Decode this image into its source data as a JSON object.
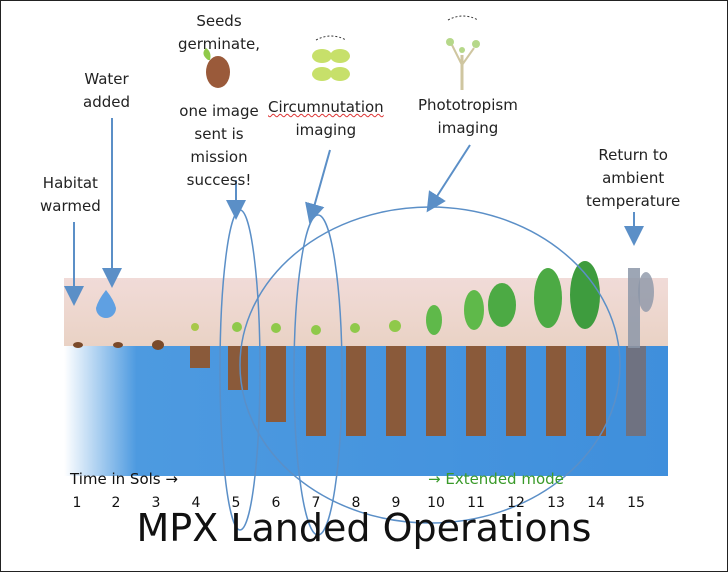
{
  "title": "MPX Landed Operations",
  "time_label": "Time in Sols →",
  "extended_mode": "→ Extended mode",
  "sols": [
    "1",
    "2",
    "3",
    "4",
    "5",
    "6",
    "7",
    "8",
    "9",
    "10",
    "11",
    "12",
    "13",
    "14",
    "15"
  ],
  "annotations": {
    "habitat": [
      "Habitat",
      "warmed"
    ],
    "water": [
      "Water",
      "added"
    ],
    "seeds": [
      "Seeds",
      "germinate,",
      "one image",
      "sent is",
      "mission",
      "success!"
    ],
    "circumnutation": [
      "Circumnutation",
      "imaging"
    ],
    "phototropism": [
      "Phototropism",
      "imaging"
    ],
    "return": [
      "Return to",
      "ambient",
      "temperature"
    ]
  },
  "colors": {
    "arrow": "#5b8fc7",
    "water_band": "#3f8fdc",
    "soil_band": "#e8d4cc",
    "root_column": "#8a5a3a",
    "leaf": "#5fb94a",
    "extended": "#3a9a2a"
  }
}
